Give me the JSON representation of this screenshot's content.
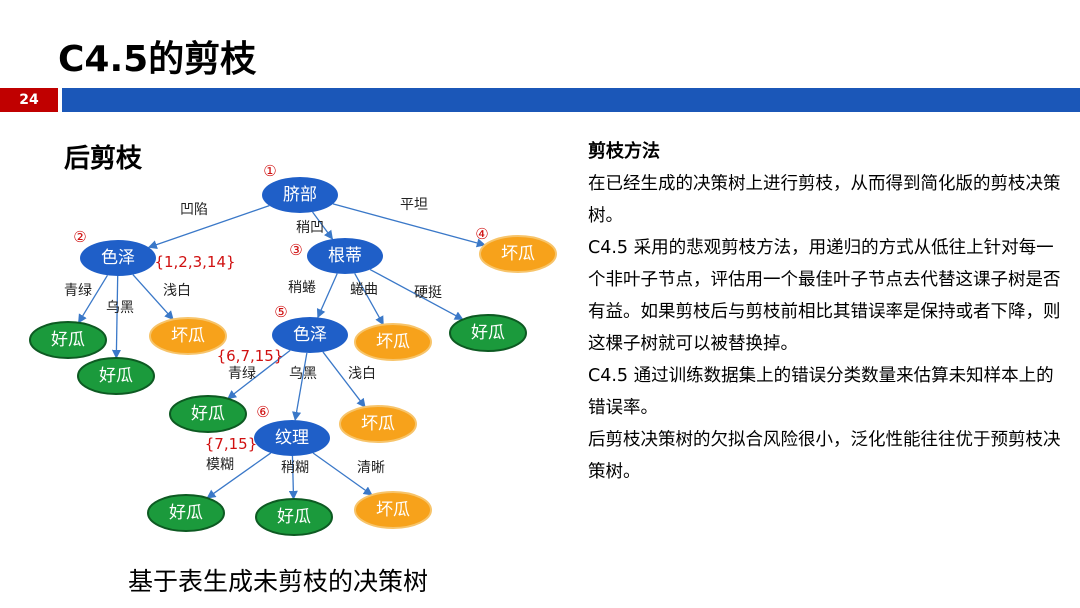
{
  "header": {
    "title": "C4.5的剪枝",
    "page_number": "24",
    "colors": {
      "accent_red": "#c00000",
      "accent_blue": "#1b57b8"
    }
  },
  "left": {
    "subtitle": "后剪枝",
    "caption": "基于表生成未剪枝的决策树"
  },
  "tree": {
    "nodes": [
      {
        "id": "n1",
        "label": "脐部",
        "kind": "attr"
      },
      {
        "id": "n2",
        "label": "色泽",
        "kind": "attr"
      },
      {
        "id": "n3",
        "label": "根蒂",
        "kind": "attr"
      },
      {
        "id": "n4",
        "label": "坏瓜",
        "kind": "bad"
      },
      {
        "id": "n5",
        "label": "色泽",
        "kind": "attr"
      },
      {
        "id": "n6",
        "label": "纹理",
        "kind": "attr"
      },
      {
        "id": "l1",
        "label": "好瓜",
        "kind": "good"
      },
      {
        "id": "l2",
        "label": "好瓜",
        "kind": "good"
      },
      {
        "id": "l3",
        "label": "坏瓜",
        "kind": "bad"
      },
      {
        "id": "l4",
        "label": "坏瓜",
        "kind": "bad"
      },
      {
        "id": "l5",
        "label": "好瓜",
        "kind": "good"
      },
      {
        "id": "l6",
        "label": "好瓜",
        "kind": "good"
      },
      {
        "id": "l7",
        "label": "坏瓜",
        "kind": "bad"
      },
      {
        "id": "l8",
        "label": "好瓜",
        "kind": "good"
      },
      {
        "id": "l9",
        "label": "好瓜",
        "kind": "good"
      },
      {
        "id": "l10",
        "label": "坏瓜",
        "kind": "bad"
      }
    ],
    "edges": [
      {
        "from": "n1",
        "to": "n2",
        "label": "凹陷"
      },
      {
        "from": "n1",
        "to": "n3",
        "label": "稍凹"
      },
      {
        "from": "n1",
        "to": "n4",
        "label": "平坦"
      },
      {
        "from": "n2",
        "to": "l1",
        "label": "青绿"
      },
      {
        "from": "n2",
        "to": "l2",
        "label": "乌黑"
      },
      {
        "from": "n2",
        "to": "l3",
        "label": "浅白"
      },
      {
        "from": "n3",
        "to": "n5",
        "label": "稍蜷"
      },
      {
        "from": "n3",
        "to": "l4",
        "label": "蜷曲"
      },
      {
        "from": "n3",
        "to": "l5",
        "label": "硬挺"
      },
      {
        "from": "n5",
        "to": "l6",
        "label": "青绿"
      },
      {
        "from": "n5",
        "to": "n6",
        "label": "乌黑"
      },
      {
        "from": "n5",
        "to": "l7",
        "label": "浅白"
      },
      {
        "from": "n6",
        "to": "l8",
        "label": "模糊"
      },
      {
        "from": "n6",
        "to": "l9",
        "label": "稍糊"
      },
      {
        "from": "n6",
        "to": "l10",
        "label": "清晰"
      }
    ],
    "markers": [
      {
        "node": "n1",
        "text": "①"
      },
      {
        "node": "n2",
        "text": "②"
      },
      {
        "node": "n3",
        "text": "③"
      },
      {
        "node": "n4",
        "text": "④"
      },
      {
        "node": "n5",
        "text": "⑤"
      },
      {
        "node": "n6",
        "text": "⑥"
      }
    ],
    "sets": [
      {
        "node": "n2",
        "text": "{1,2,3,14}"
      },
      {
        "node": "n5",
        "text": "{6,7,15}"
      },
      {
        "node": "n6",
        "text": "{7,15}"
      }
    ],
    "colors": {
      "attr": "#1f5fc8",
      "good_fill": "#1b9a3c",
      "good_stroke": "#0d5a22",
      "bad_fill": "#f7a21b",
      "bad_stroke": "#f7c46a",
      "edge": "#3a78c8"
    }
  },
  "right": {
    "heading": "剪枝方法",
    "paragraphs": [
      "在已经生成的决策树上进行剪枝，从而得到简化版的剪枝决策树。",
      "C4.5 采用的悲观剪枝方法，用递归的方式从低往上针对每一个非叶子节点，评估用一个最佳叶子节点去代替这课子树是否有益。如果剪枝后与剪枝前相比其错误率是保持或者下降，则这棵子树就可以被替换掉。",
      "C4.5 通过训练数据集上的错误分类数量来估算未知样本上的错误率。",
      "后剪枝决策树的欠拟合风险很小，泛化性能往往优于预剪枝决策树。"
    ]
  }
}
